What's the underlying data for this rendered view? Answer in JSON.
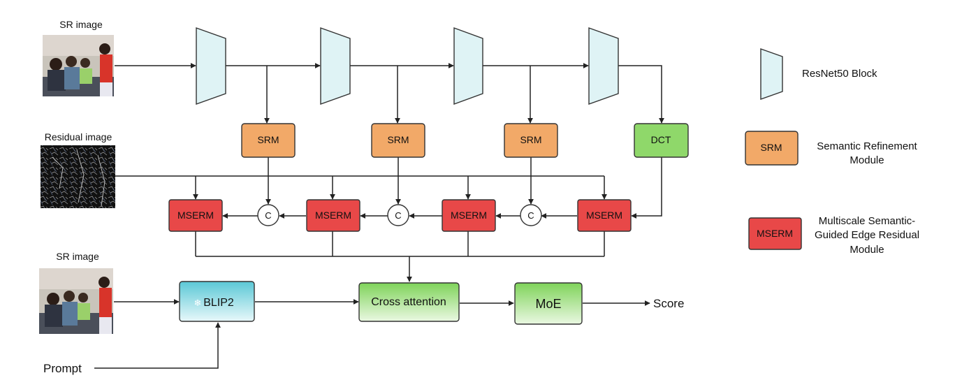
{
  "labels": {
    "sr_image_top": "SR image",
    "residual_image": "Residual image",
    "sr_image_bottom": "SR image",
    "prompt": "Prompt",
    "score": "Score"
  },
  "modules": {
    "srm": "SRM",
    "dct": "DCT",
    "mserm": "MSERM",
    "concat": "C",
    "blip2": "BLIP2",
    "blip2_icon": "❄",
    "cross_attention": "Cross attention",
    "moe": "MoE"
  },
  "legend": {
    "resnet_block": "ResNet50 Block",
    "srm_abbrev": "SRM",
    "srm_desc_line1": "Semantic Refinement",
    "srm_desc_line2": "Module",
    "mserm_abbrev": "MSERM",
    "mserm_desc_line1": "Multiscale Semantic-",
    "mserm_desc_line2": "Guided Edge Residual",
    "mserm_desc_line3": "Module"
  },
  "colors": {
    "resnet_fill": "#dff3f5",
    "srm_fill": "#f2a968",
    "dct_fill": "#8fd86a",
    "mserm_fill": "#e84848",
    "blip2_top": "#5bc8d6",
    "blip2_bottom": "#e8f8fa",
    "green_top": "#7fd35a",
    "green_bottom": "#eaf8e2"
  }
}
